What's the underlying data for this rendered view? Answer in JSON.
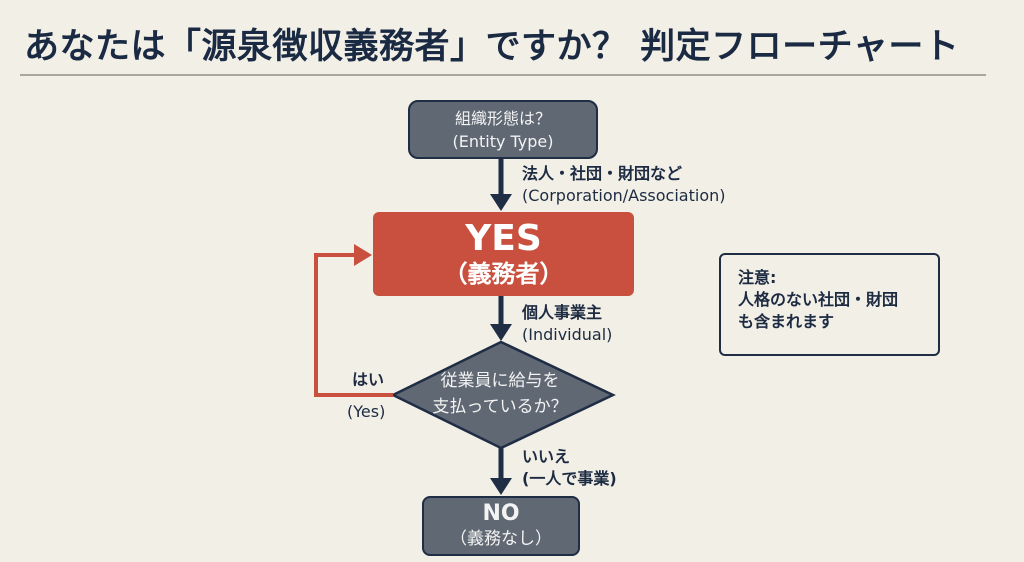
{
  "title": "あなたは「源泉徴収義務者」ですか？ 判定フローチャート",
  "colors": {
    "background": "#f2efe6",
    "navy": "#1f2d45",
    "gray_node": "#5f6873",
    "yes_red": "#c9503f"
  },
  "nodes": {
    "start": {
      "line1": "組織形態は？",
      "line2": "(Entity Type)"
    },
    "yes": {
      "line1": "YES",
      "line2": "（義務者）"
    },
    "decision": {
      "line1": "従業員に給与を",
      "line2": "支払っているか？"
    },
    "no": {
      "line1": "NO",
      "line2": "（義務なし）"
    }
  },
  "edges": {
    "start_to_yes": {
      "line1": "法人・社団・財団など",
      "line2": "(Corporation/Association)"
    },
    "yes_to_decision": {
      "line1": "個人事業主",
      "line2": "(Individual)"
    },
    "decision_yes": {
      "line1": "はい",
      "line2": "(Yes)"
    },
    "decision_no": {
      "line1": "いいえ",
      "line2": "(一人で事業)"
    }
  },
  "note": {
    "heading": "注意:",
    "line1": "人格のない社団・財団",
    "line2": "も含まれます"
  }
}
